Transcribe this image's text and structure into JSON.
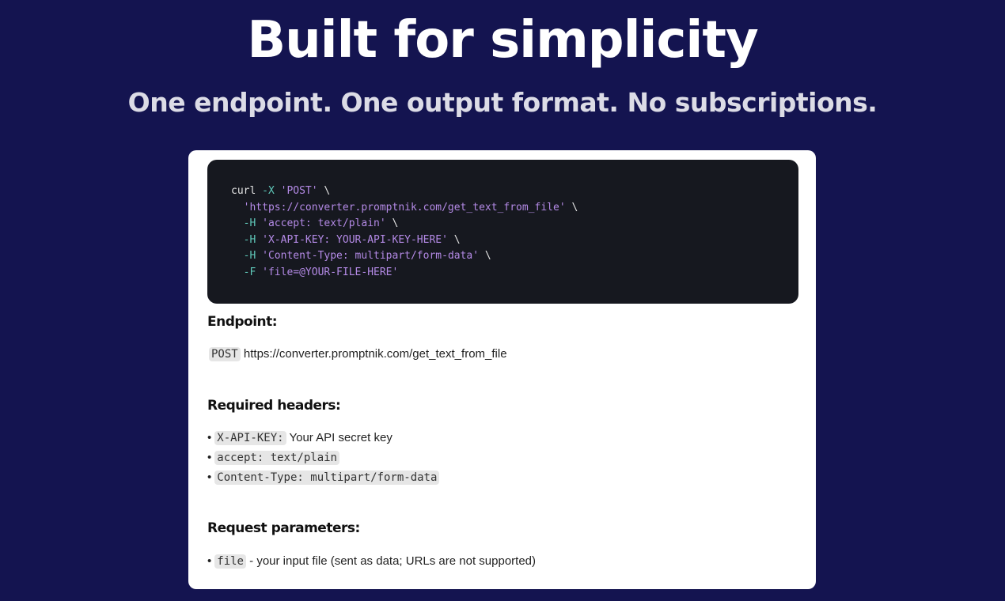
{
  "hero": {
    "title": "Built for simplicity",
    "subtitle": "One endpoint. One output format. No subscriptions."
  },
  "code": {
    "lines": [
      [
        {
          "t": "curl ",
          "c": ""
        },
        {
          "t": "-X",
          "c": "flag"
        },
        {
          "t": " ",
          "c": ""
        },
        {
          "t": "'POST'",
          "c": "str"
        },
        {
          "t": " \\",
          "c": ""
        }
      ],
      [
        {
          "t": "  ",
          "c": ""
        },
        {
          "t": "'https://converter.promptnik.com/get_text_from_file'",
          "c": "str"
        },
        {
          "t": " \\",
          "c": ""
        }
      ],
      [
        {
          "t": "  ",
          "c": ""
        },
        {
          "t": "-H",
          "c": "flag"
        },
        {
          "t": " ",
          "c": ""
        },
        {
          "t": "'accept: text/plain'",
          "c": "str"
        },
        {
          "t": " \\",
          "c": ""
        }
      ],
      [
        {
          "t": "  ",
          "c": ""
        },
        {
          "t": "-H",
          "c": "flag"
        },
        {
          "t": " ",
          "c": ""
        },
        {
          "t": "'X-API-KEY: YOUR-API-KEY-HERE'",
          "c": "str"
        },
        {
          "t": " \\",
          "c": ""
        }
      ],
      [
        {
          "t": "  ",
          "c": ""
        },
        {
          "t": "-H",
          "c": "flag"
        },
        {
          "t": " ",
          "c": ""
        },
        {
          "t": "'Content-Type: multipart/form-data'",
          "c": "str"
        },
        {
          "t": " \\",
          "c": ""
        }
      ],
      [
        {
          "t": "  ",
          "c": ""
        },
        {
          "t": "-F",
          "c": "flag"
        },
        {
          "t": " ",
          "c": ""
        },
        {
          "t": "'file=@YOUR-FILE-HERE'",
          "c": "str"
        }
      ]
    ]
  },
  "endpoint": {
    "heading": "Endpoint:",
    "method": "POST",
    "url": "https://converter.promptnik.com/get_text_from_file"
  },
  "headers": {
    "heading": "Required headers:",
    "items": [
      {
        "code": "X-API-KEY:",
        "desc": "Your API secret key"
      },
      {
        "code": "accept: text/plain",
        "desc": ""
      },
      {
        "code": "Content-Type: multipart/form-data",
        "desc": ""
      }
    ]
  },
  "params": {
    "heading": "Request parameters:",
    "items": [
      {
        "code": "file",
        "desc": "- your input file (sent as data; URLs are not supported)"
      }
    ]
  },
  "bullet": "•"
}
